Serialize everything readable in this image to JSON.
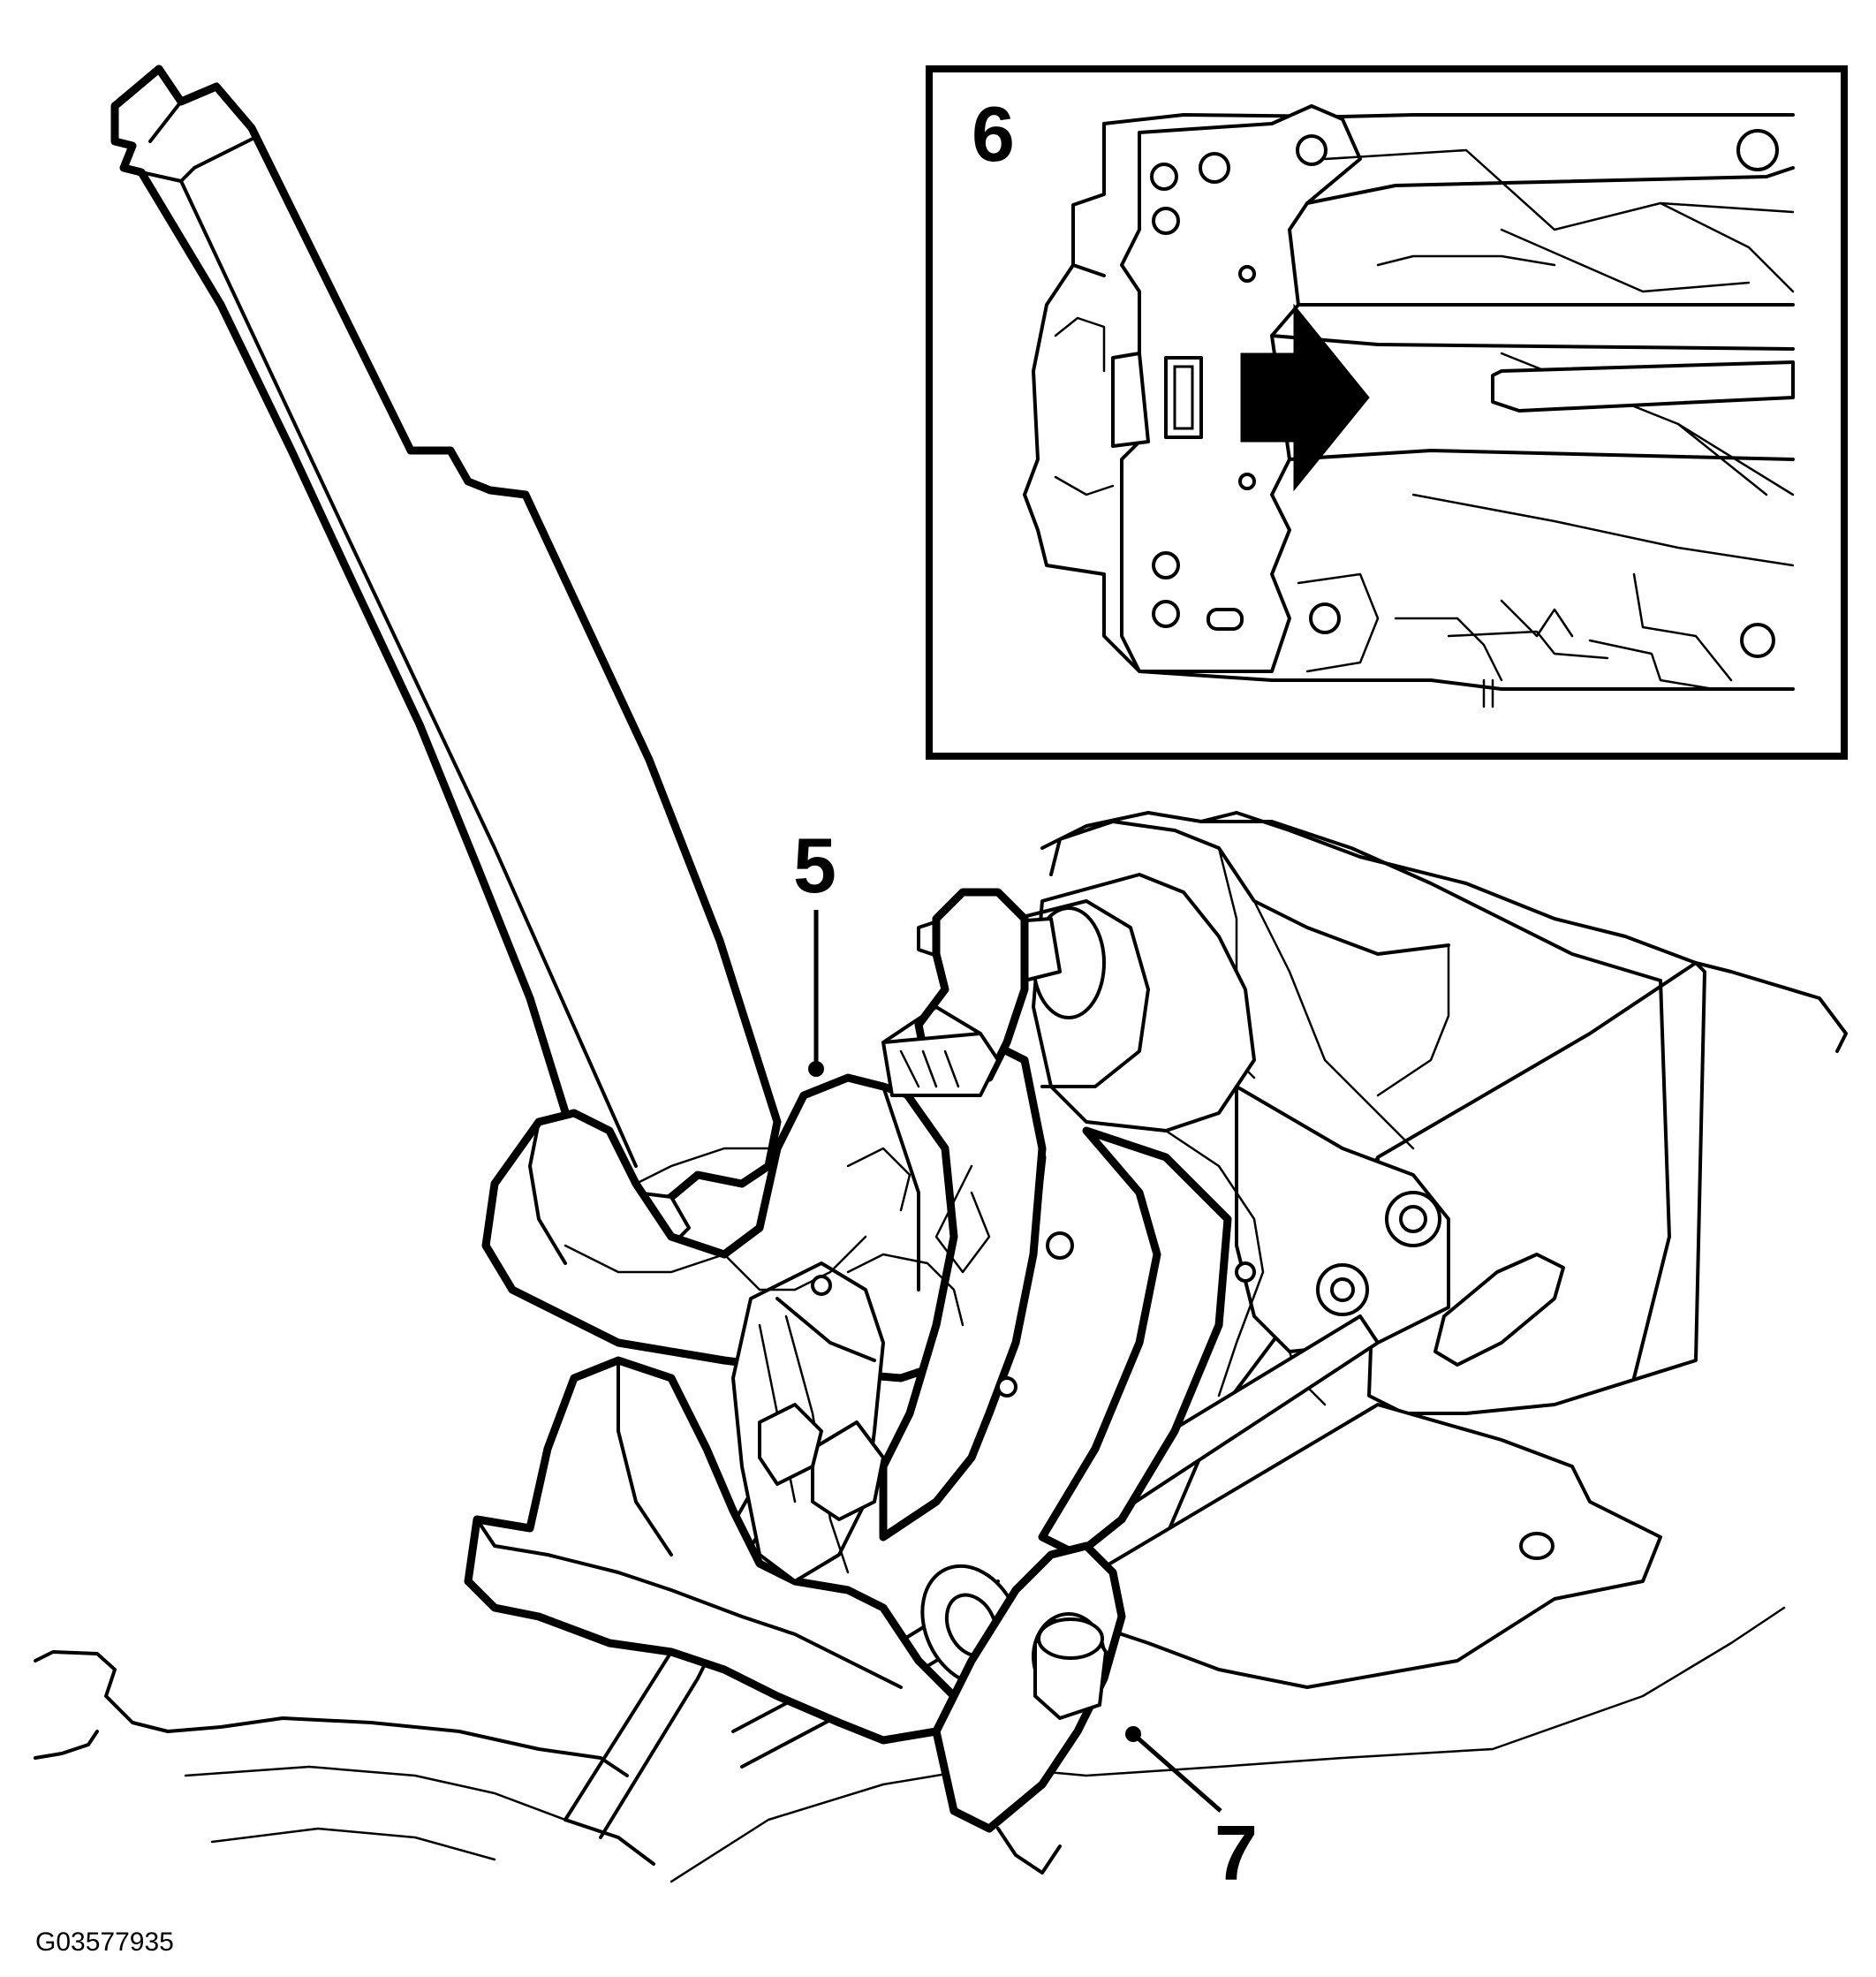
{
  "figure": {
    "callouts": [
      {
        "id": "5",
        "label": "5"
      },
      {
        "id": "6",
        "label": "6"
      },
      {
        "id": "7",
        "label": "7"
      }
    ],
    "figure_id": "G03577935",
    "inset_arrow_direction": "right"
  }
}
